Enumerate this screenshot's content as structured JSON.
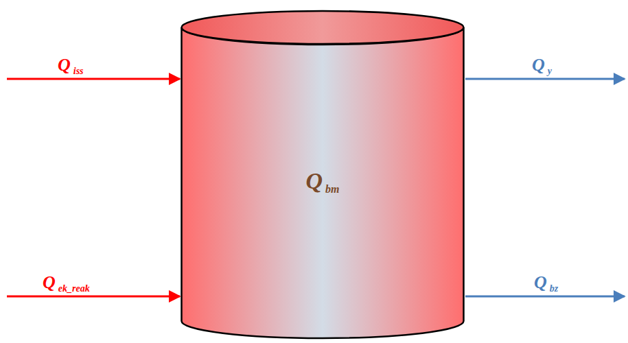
{
  "diagram": {
    "nodes": [
      {
        "text": [
          "Q bm"
        ]
      }
    ],
    "labels": [
      "Q iss",
      "Q ek_reak",
      "Q y",
      "Q bz"
    ]
  }
}
